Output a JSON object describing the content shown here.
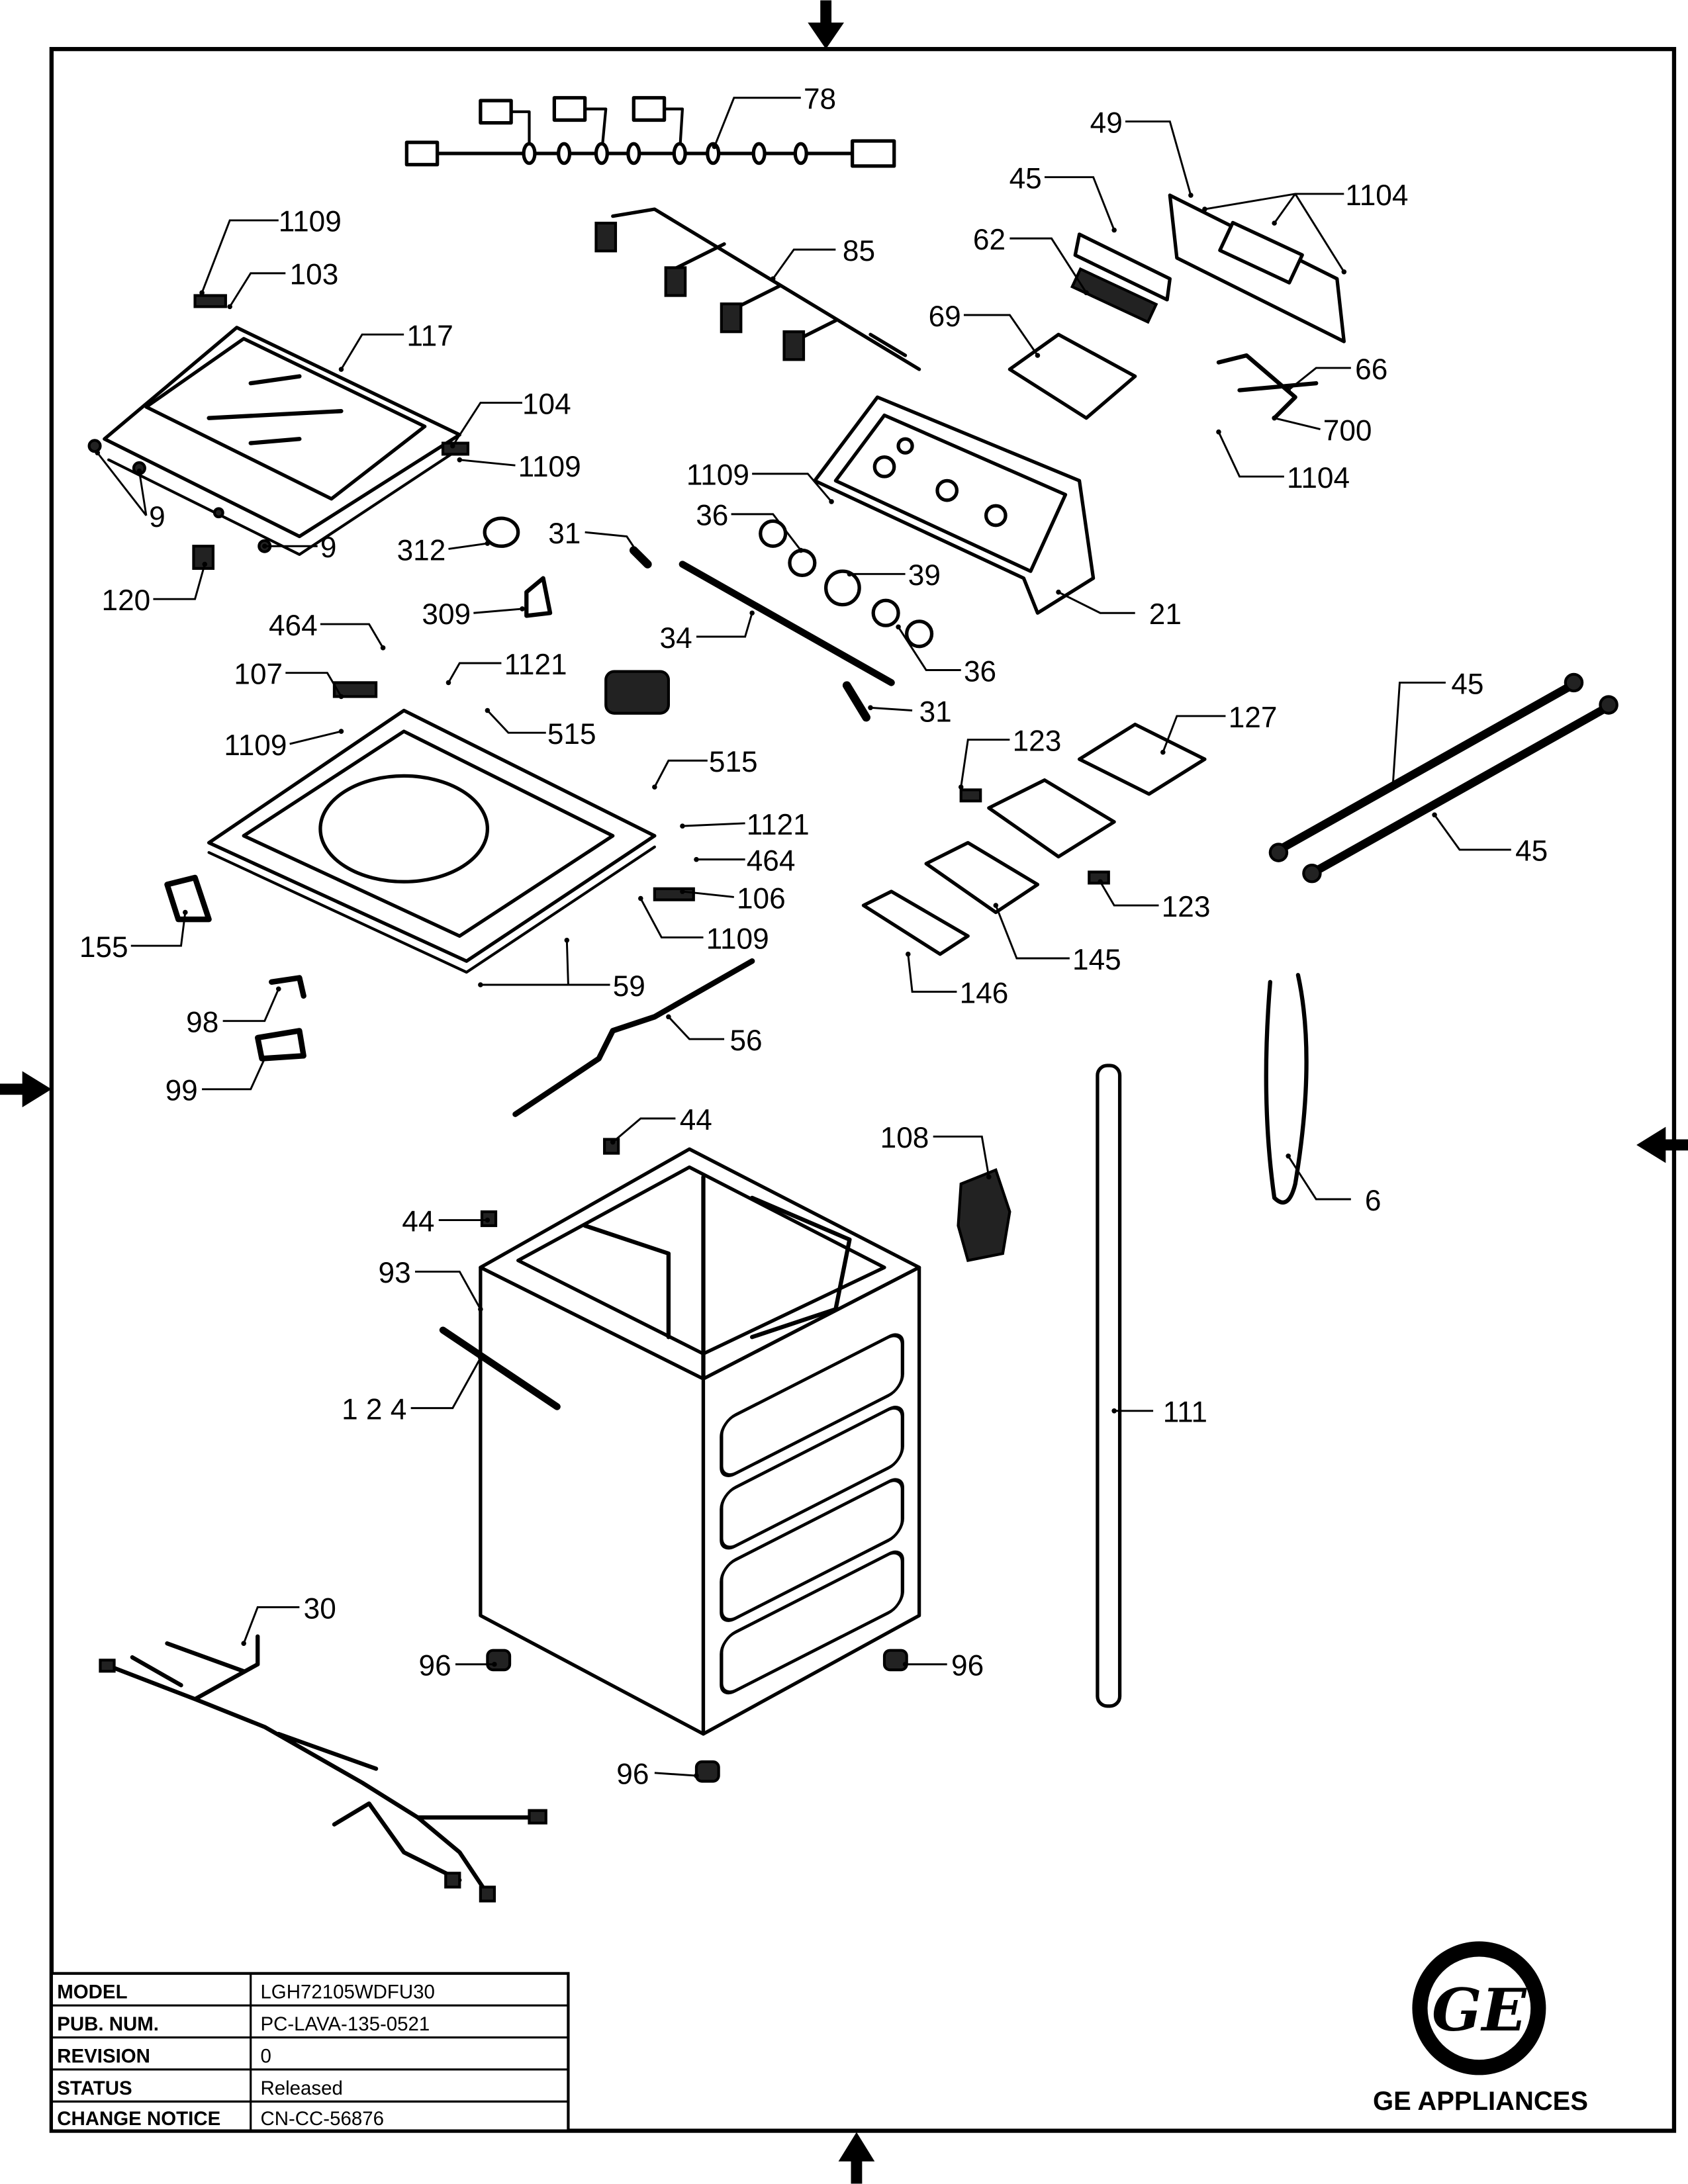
{
  "callouts": [
    "78",
    "1109",
    "103",
    "117",
    "104",
    "1109",
    "9",
    "9",
    "120",
    "312",
    "31",
    "309",
    "1109",
    "36",
    "39",
    "34",
    "21",
    "36",
    "31",
    "85",
    "62",
    "45",
    "69",
    "49",
    "1104",
    "66",
    "700",
    "1104",
    "464",
    "107",
    "1121",
    "515",
    "1109",
    "515",
    "1121",
    "464",
    "106",
    "1109",
    "155",
    "59",
    "98",
    "99",
    "56",
    "123",
    "127",
    "45",
    "45",
    "123",
    "145",
    "146",
    "44",
    "108",
    "44",
    "93",
    "1 2 4",
    "6",
    "111",
    "30",
    "96",
    "96",
    "96"
  ],
  "title_block": {
    "rows": [
      {
        "label": "MODEL",
        "value": "LGH72105WDFU30"
      },
      {
        "label": "PUB. NUM.",
        "value": "PC-LAVA-135-0521"
      },
      {
        "label": "REVISION",
        "value": "0"
      },
      {
        "label": "STATUS",
        "value": "Released"
      },
      {
        "label": "CHANGE NOTICE",
        "value": "CN-CC-56876"
      }
    ]
  },
  "logo": {
    "monogram": "GE",
    "brand": "GE APPLIANCES"
  },
  "colors": {
    "ink": "#000000",
    "paper": "#ffffff"
  }
}
